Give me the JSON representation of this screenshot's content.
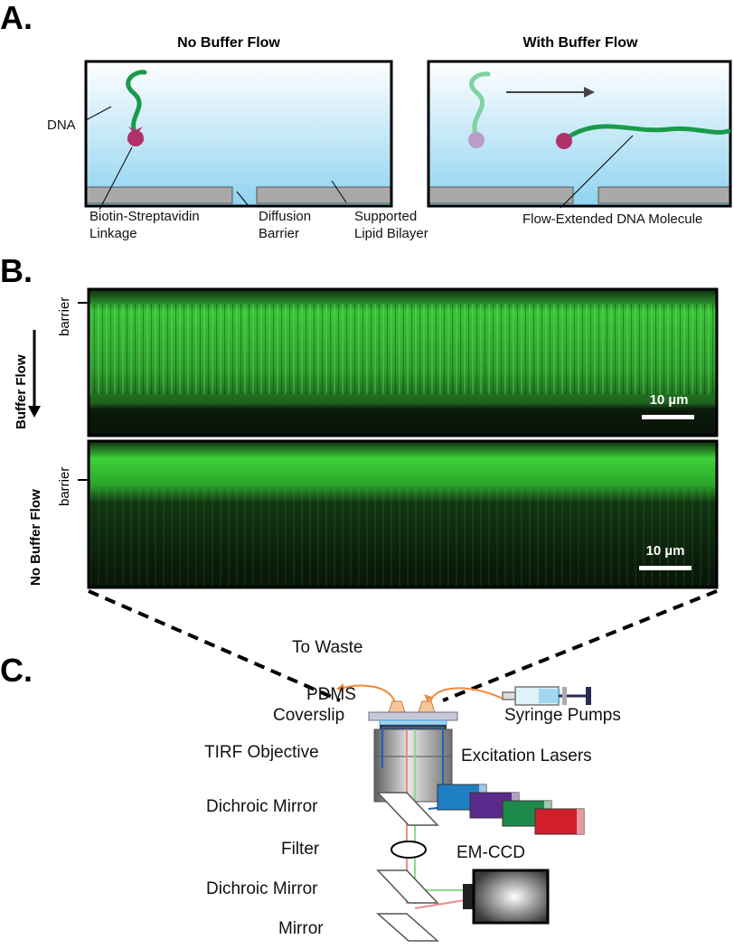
{
  "panels": {
    "a": "A.",
    "b": "B.",
    "c": "C."
  },
  "panel_a": {
    "left_title": "No Buffer Flow",
    "right_title": "With Buffer Flow",
    "labels": {
      "dna": "DNA",
      "linkage_line1": "Biotin-Streptavidin",
      "linkage_line2": "Linkage",
      "barrier_line1": "Diffusion",
      "barrier_line2": "Barrier",
      "bilayer_line1": "Supported",
      "bilayer_line2": "Lipid Bilayer",
      "flow_extended": "Flow-Extended DNA Molecule"
    },
    "colors": {
      "dna": "#1a9a4a",
      "dna_faded": "#7fd3a0",
      "streptavidin": "#b0306a",
      "streptavidin_faded": "#b99cc9",
      "lipid_head": "#2b2d8c",
      "lipid_tail": "#e8ef5a",
      "substrate": "#a9a9a9",
      "buffer_top": "#ffffff",
      "buffer_bottom": "#8fd3f0"
    }
  },
  "panel_b": {
    "flow_label": "Buffer Flow",
    "no_flow_label": "No Buffer Flow",
    "barrier_top": "barrier",
    "barrier_bottom": "barrier",
    "scale_top": "10 µm",
    "scale_bottom": "10 µm",
    "colors": {
      "fluorescence": "#3fd13a",
      "background": "#0b1a0b"
    }
  },
  "panel_c": {
    "labels": {
      "to_waste": "To Waste",
      "pdms": "PDMS",
      "coverslip": "Coverslip",
      "syringe_pumps": "Syringe Pumps",
      "tirf_objective": "TIRF Objective",
      "excitation_lasers": "Excitation Lasers",
      "dichroic_mirror_1": "Dichroic Mirror",
      "filter": "Filter",
      "em_ccd": "EM-CCD",
      "dichroic_mirror_2": "Dichroic Mirror",
      "mirror": "Mirror"
    },
    "laser_colors": [
      "#1f7fc4",
      "#5a2a8c",
      "#1e8a4a",
      "#d01f2a"
    ],
    "tubing_color": "#f08a3c"
  }
}
